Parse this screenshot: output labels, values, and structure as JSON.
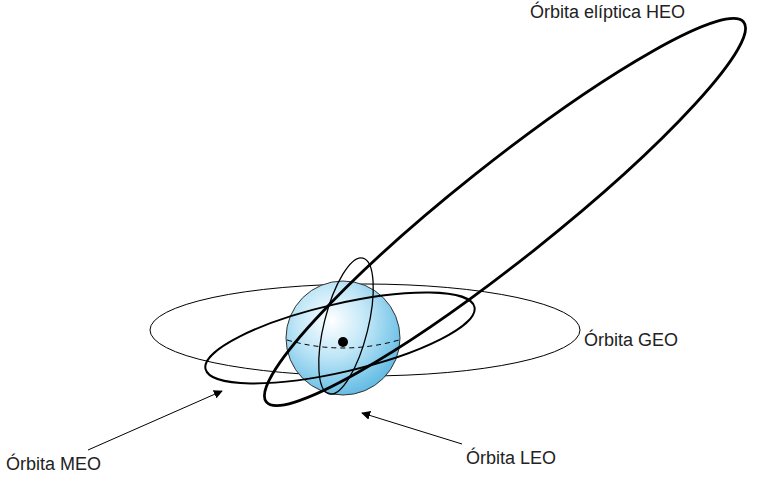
{
  "diagram": {
    "labels": [
      "Órbita elíptica HEO",
      "Órbita GEO",
      "Órbita MEO",
      "Órbita LEO"
    ]
  }
}
